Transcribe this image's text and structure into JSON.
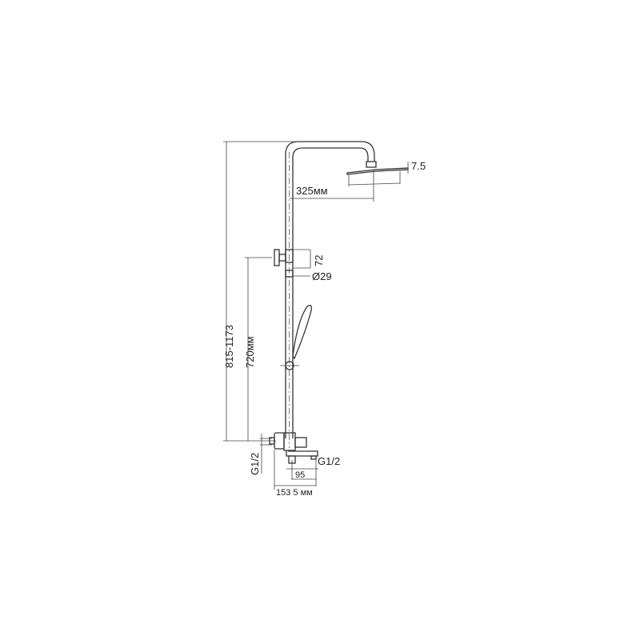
{
  "diagram": {
    "title": "Shower system dimension drawing",
    "dimensions": {
      "overall_height": "815-1173",
      "outlet_height": "720мм",
      "arm_reach": "325мм",
      "head_thickness": "7.5",
      "holder_height": "72",
      "pole_diameter": "Ø29",
      "inlet_left": "G1/2",
      "inlet_right": "G1/2",
      "spout_offset": "95",
      "mixer_width": "153 5 мм"
    }
  }
}
